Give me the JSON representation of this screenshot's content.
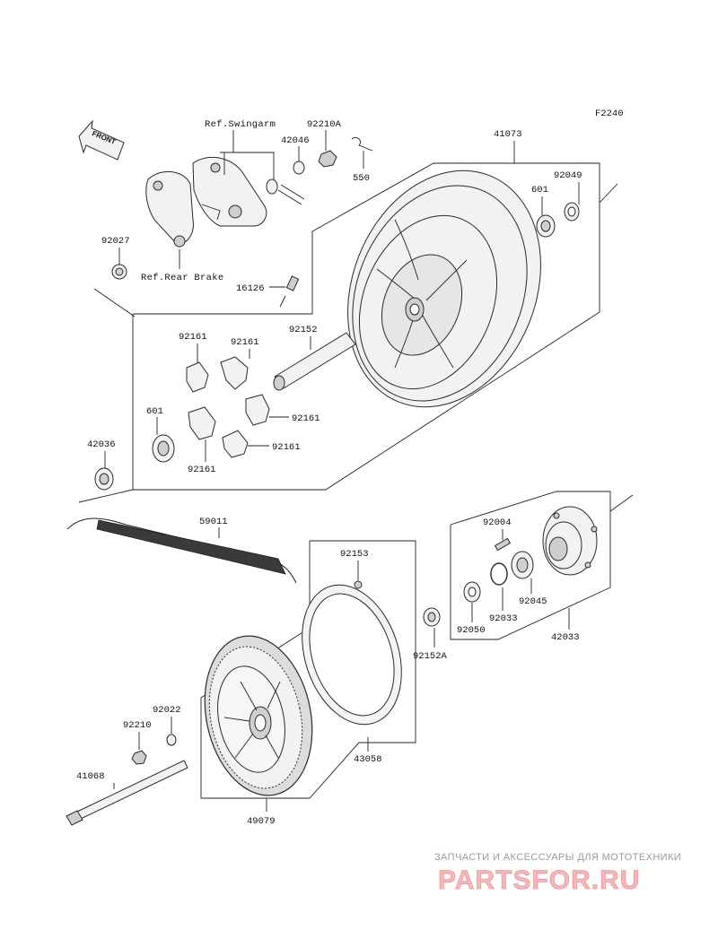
{
  "diagram_code": "F2240",
  "direction_label": "FRONT",
  "references": {
    "swingarm": "Ref.Swingarm",
    "rear_brake": "Ref.Rear Brake"
  },
  "parts": {
    "p41073": "41073",
    "p92049": "92049",
    "p601_top": "601",
    "p92210A": "92210A",
    "p42046": "42046",
    "p550": "550",
    "p92027": "92027",
    "p16126": "16126",
    "p92161_a": "92161",
    "p92161_b": "92161",
    "p92152": "92152",
    "p601_left": "601",
    "p42036": "42036",
    "p92161_c": "92161",
    "p92161_d": "92161",
    "p92161_e": "92161",
    "p59011": "59011",
    "p92004": "92004",
    "p92153": "92153",
    "p92045": "92045",
    "p92033": "92033",
    "p92050": "92050",
    "p42033": "42033",
    "p92152A": "92152A",
    "p92022": "92022",
    "p92210": "92210",
    "p43058": "43058",
    "p41068": "41068",
    "p49079": "49079"
  },
  "watermark": {
    "caption": "ЗАПЧАСТИ И АКСЕССУАРЫ ДЛЯ МОТОТЕХНИКИ",
    "logo": "PARTSFOR.RU"
  }
}
